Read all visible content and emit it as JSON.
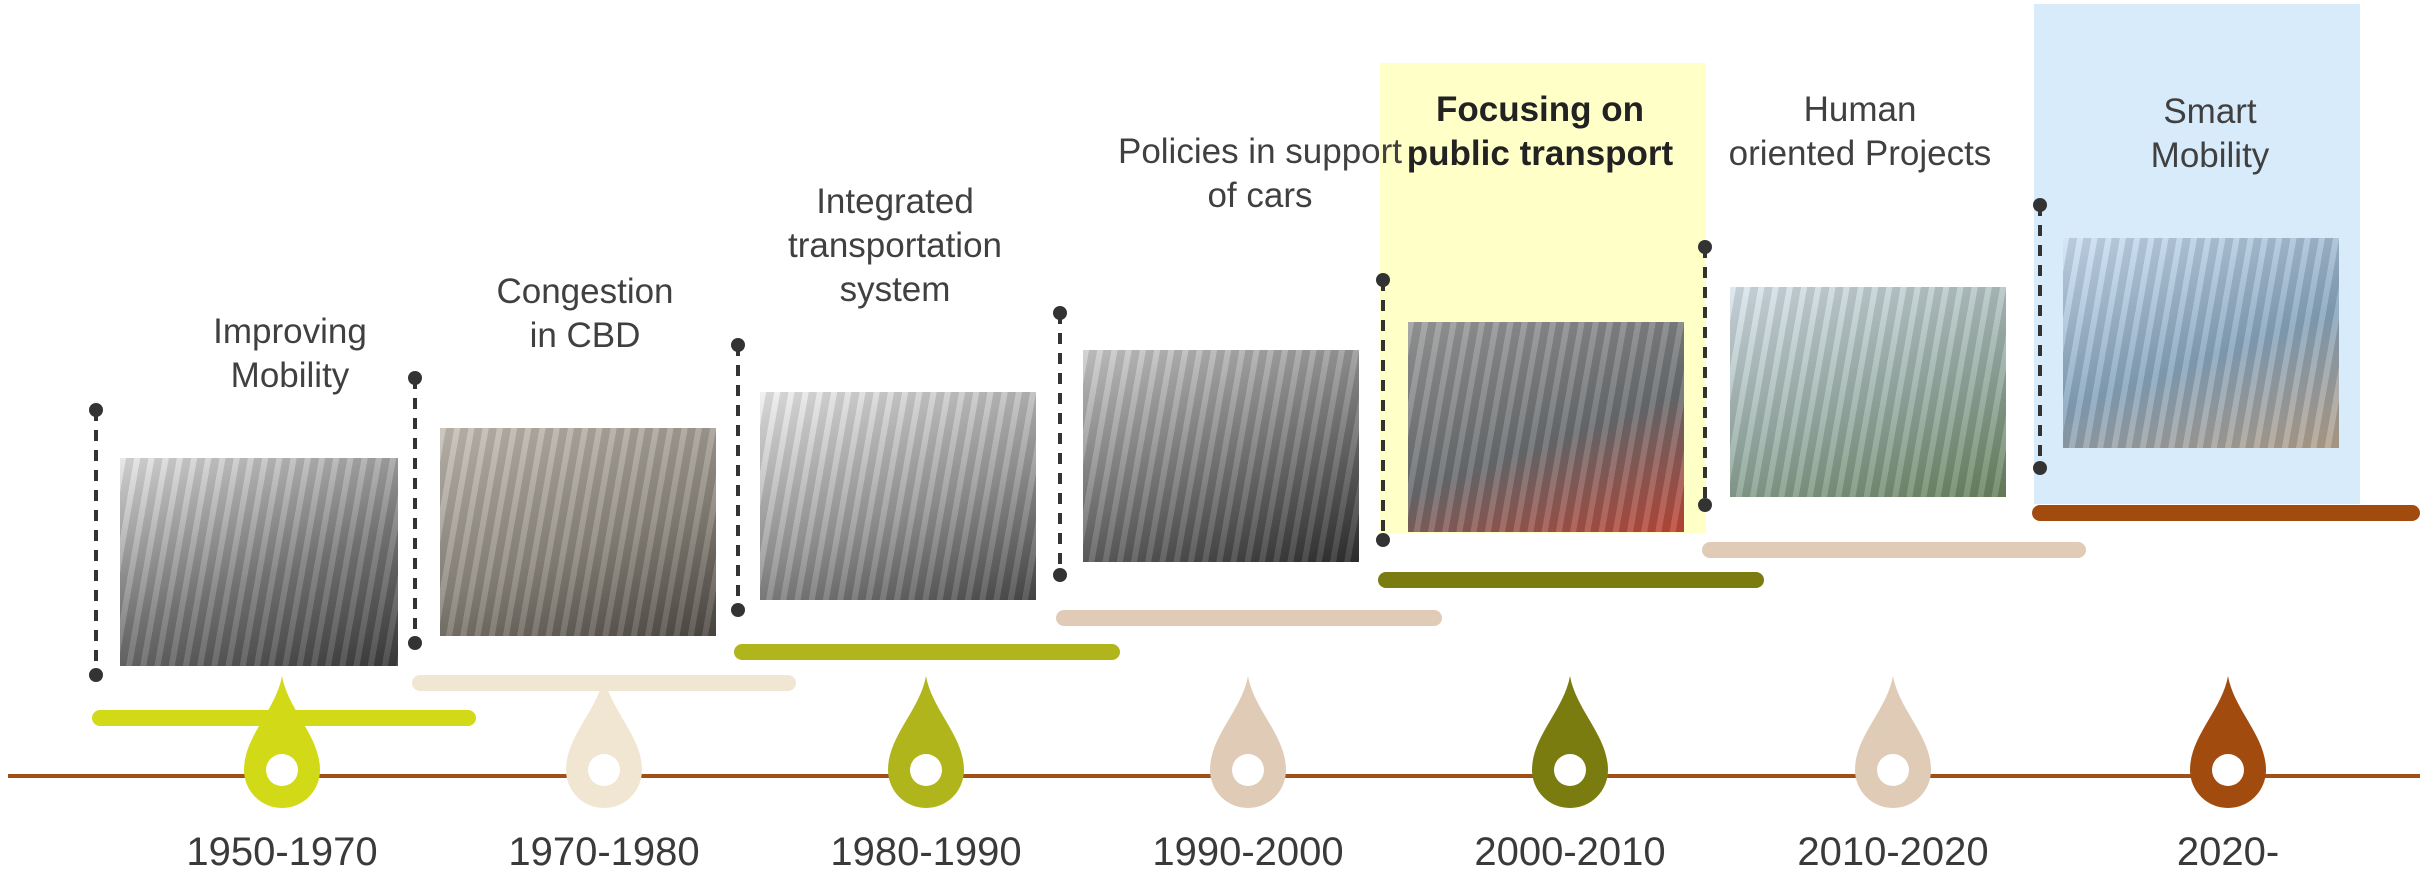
{
  "colors": {
    "axis": "#A05017",
    "highlight_yellow": "#FFFFC8",
    "highlight_blue": "#D7EBFA",
    "dash": "#333333"
  },
  "eras": [
    {
      "period": "1950-1970",
      "title": "Improving\nMobility",
      "color": "#D2D916",
      "bold": false,
      "image_desc": "vintage-bus-crowd-photo",
      "highlight": null
    },
    {
      "period": "1970-1980",
      "title": "Congestion\nin CBD",
      "color": "#F0E6D2",
      "bold": false,
      "image_desc": "congested-traffic-photo",
      "highlight": null
    },
    {
      "period": "1980-1990",
      "title": "Integrated\ntransportation\nsystem",
      "color": "#B1B51C",
      "bold": false,
      "image_desc": "subway-opening-photo",
      "highlight": null
    },
    {
      "period": "1990-2000",
      "title": "Policies in support\nof cars",
      "color": "#E0CBB6",
      "bold": false,
      "image_desc": "car-traffic-jam-photo",
      "highlight": null
    },
    {
      "period": "2000-2010",
      "title": "Focusing on\npublic transport",
      "color": "#7B7C0F",
      "bold": true,
      "image_desc": "bus-lane-intersection-photo",
      "highlight": "yellow"
    },
    {
      "period": "2010-2020",
      "title": "Human\noriented Projects",
      "color": "#E0CBB6",
      "bold": false,
      "image_desc": "elevated-park-rendering",
      "highlight": null
    },
    {
      "period": "2020-",
      "title": "Smart\nMobility",
      "color": "#A14B0F",
      "bold": false,
      "image_desc": "smart-street-rendering",
      "highlight": "blue"
    }
  ]
}
